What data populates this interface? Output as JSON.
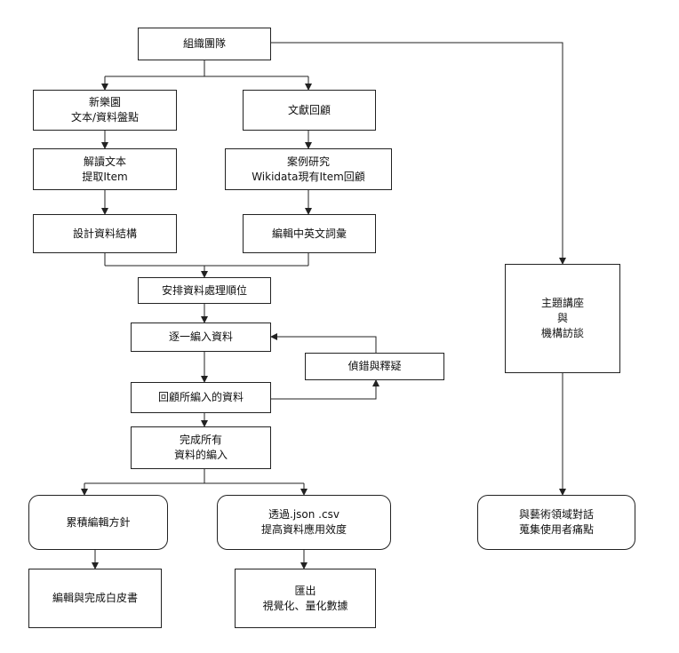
{
  "nodes": {
    "team": "組織團隊",
    "xinyueyuan": "新樂園\n文本/資料盤點",
    "literature": "文獻回顧",
    "decode": "解讀文本\n提取Item",
    "case_study": "案例研究\nWikidata現有Item回顧",
    "design": "設計資料結構",
    "vocab": "編輯中英文詞彙",
    "priority": "安排資料處理順位",
    "input": "逐一編入資料",
    "debug": "偵錯與釋疑",
    "review": "回顧所編入的資料",
    "complete": "完成所有\n資料的編入",
    "guideline": "累積編輯方針",
    "export_format": "透過.json .csv\n提高資料應用效度",
    "whitepaper": "編輯與完成白皮書",
    "export": "匯出\n視覺化、量化數據",
    "lecture": "主題講座\n與\n機構訪談",
    "dialogue": "與藝術領域對話\n蒐集使用者痛點"
  }
}
